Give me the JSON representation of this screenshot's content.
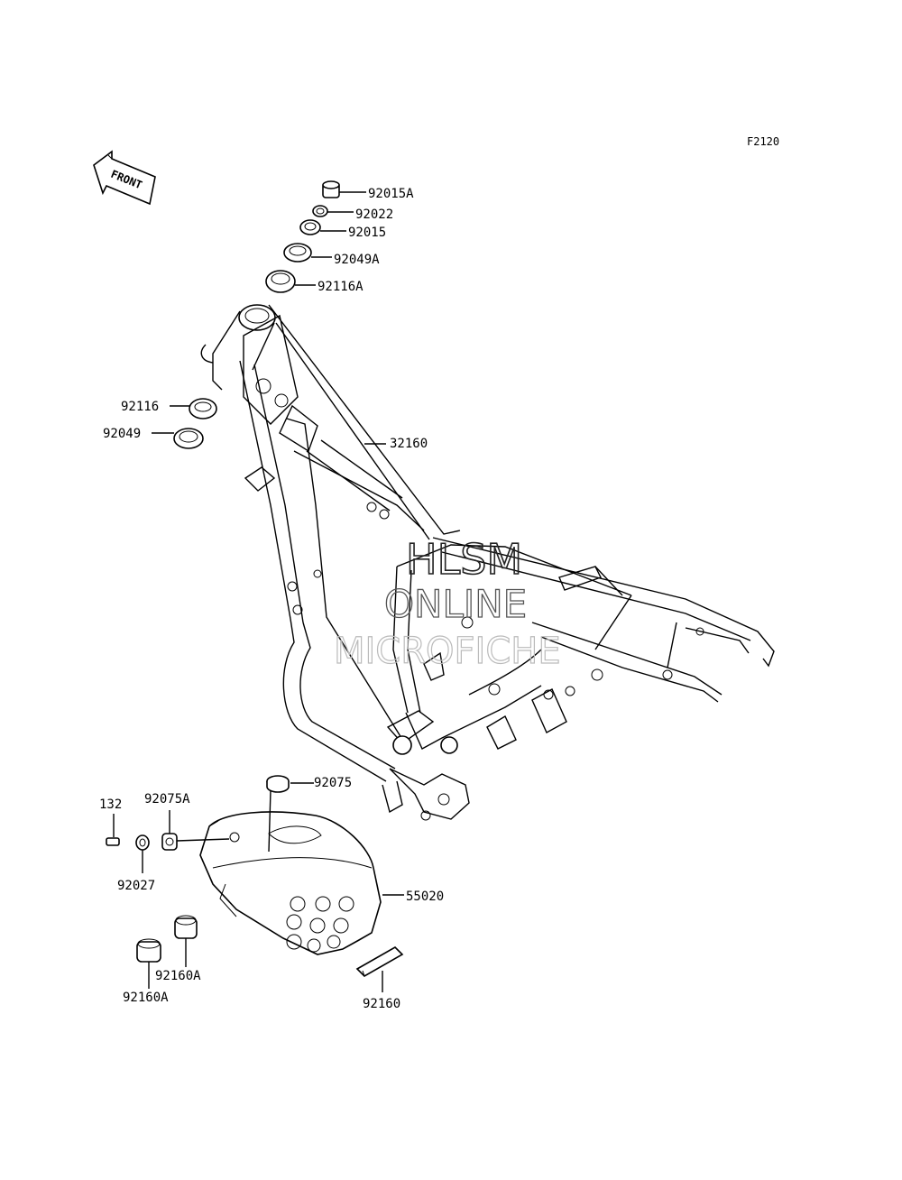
{
  "figure_code": "F2120",
  "front_label": "FRONT",
  "watermark": {
    "line1": "HLSM",
    "line2": "ONLINE",
    "line3": "MICROFICHE"
  },
  "callouts": {
    "p92015A": "92015A",
    "p92022": "92022",
    "p92015": "92015",
    "p92049A": "92049A",
    "p92116A": "92116A",
    "p92116": "92116",
    "p92049": "92049",
    "p32160": "32160",
    "p92075": "92075",
    "p92075A": "92075A",
    "p132": "132",
    "p92027": "92027",
    "p55020": "55020",
    "p92160A_1": "92160A",
    "p92160A_2": "92160A",
    "p92160": "92160"
  }
}
